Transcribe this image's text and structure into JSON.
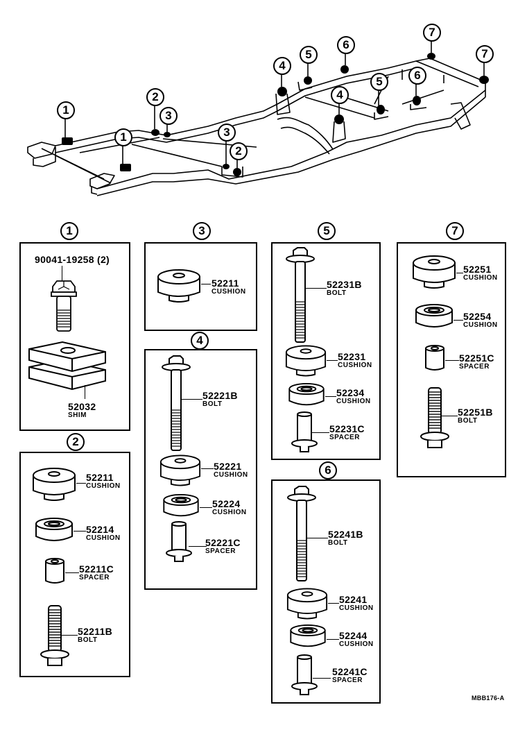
{
  "overview": {
    "callouts": [
      "1",
      "1",
      "2",
      "2",
      "3",
      "3",
      "4",
      "4",
      "5",
      "5",
      "6",
      "6",
      "7",
      "7"
    ]
  },
  "groups": [
    {
      "id": "1",
      "parts": [
        {
          "number": "90041-19258 (2)",
          "name": ""
        },
        {
          "number": "52032",
          "name": "SHIM"
        }
      ]
    },
    {
      "id": "2",
      "parts": [
        {
          "number": "52211",
          "name": "CUSHION"
        },
        {
          "number": "52214",
          "name": "CUSHION"
        },
        {
          "number": "52211C",
          "name": "SPACER"
        },
        {
          "number": "52211B",
          "name": "BOLT"
        }
      ]
    },
    {
      "id": "3",
      "parts": [
        {
          "number": "52211",
          "name": "CUSHION"
        }
      ]
    },
    {
      "id": "4",
      "parts": [
        {
          "number": "52221B",
          "name": "BOLT"
        },
        {
          "number": "52221",
          "name": "CUSHION"
        },
        {
          "number": "52224",
          "name": "CUSHION"
        },
        {
          "number": "52221C",
          "name": "SPACER"
        }
      ]
    },
    {
      "id": "5",
      "parts": [
        {
          "number": "52231B",
          "name": "BOLT"
        },
        {
          "number": "52231",
          "name": "CUSHION"
        },
        {
          "number": "52234",
          "name": "CUSHION"
        },
        {
          "number": "52231C",
          "name": "SPACER"
        }
      ]
    },
    {
      "id": "6",
      "parts": [
        {
          "number": "52241B",
          "name": "BOLT"
        },
        {
          "number": "52241",
          "name": "CUSHION"
        },
        {
          "number": "52244",
          "name": "CUSHION"
        },
        {
          "number": "52241C",
          "name": "SPACER"
        }
      ]
    },
    {
      "id": "7",
      "parts": [
        {
          "number": "52251",
          "name": "CUSHION"
        },
        {
          "number": "52254",
          "name": "CUSHION"
        },
        {
          "number": "52251C",
          "name": "SPACER"
        },
        {
          "number": "52251B",
          "name": "BOLT"
        }
      ]
    }
  ],
  "diagram_code": "MBB176-A"
}
